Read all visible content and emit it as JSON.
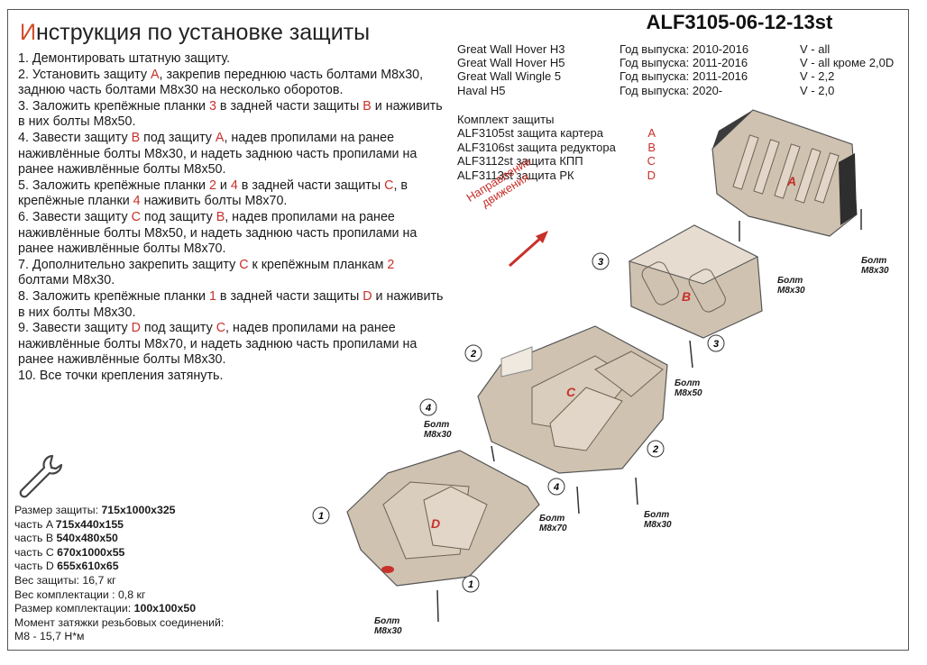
{
  "header": {
    "title_first": "И",
    "title_rest": "нструкция по установке защиты",
    "code": "ALF3105-06-12-13st"
  },
  "models": [
    {
      "name": "Great Wall Hover H3",
      "years": "Год выпуска: 2010-2016",
      "engine": "V - all"
    },
    {
      "name": "Great Wall Hover H5",
      "years": "Год выпуска: 2011-2016",
      "engine": "V - all кроме 2,0D"
    },
    {
      "name": "Great Wall Wingle 5",
      "years": "Год выпуска: 2011-2016",
      "engine": "V - 2,2"
    },
    {
      "name": "Haval H5",
      "years": "Год выпуска: 2020-",
      "engine": "V - 2,0"
    }
  ],
  "kit": {
    "heading": "Комплект защиты",
    "items": [
      {
        "name": "ALF3105st защита картера",
        "letter": "A"
      },
      {
        "name": "ALF3106st защита редуктора",
        "letter": "B"
      },
      {
        "name": "ALF3112st защита КПП",
        "letter": "C"
      },
      {
        "name": "ALF3113st защита РК",
        "letter": "D"
      }
    ]
  },
  "steps": [
    [
      "1. Демонтировать штатную защиту."
    ],
    [
      "2. Установить защиту ",
      "A",
      ", закрепив переднюю часть болтами M8x30, заднюю часть болтами M8x30 на несколько оборотов."
    ],
    [
      "3. Заложить крепёжные планки ",
      "3",
      " в задней части защиты ",
      "B",
      " и наживить в них болты M8x50."
    ],
    [
      "4. Завести защиту ",
      "B",
      " под защиту ",
      "A",
      ", надев пропилами на ранее наживлённые болты M8x30, и надеть заднюю часть пропилами на ранее наживлённые болты M8x50."
    ],
    [
      "5. Заложить крепёжные планки ",
      "2",
      " и ",
      "4",
      " в задней части защиты ",
      "C",
      ", в крепёжные планки ",
      "4",
      " наживить болты M8x70."
    ],
    [
      "6. Завести защиту ",
      "C",
      " под защиту ",
      "B",
      ", надев пропилами на ранее наживлённые болты M8x50, и надеть заднюю часть пропилами на ранее наживлённые болты M8x70."
    ],
    [
      "7. Дополнительно закрепить защиту ",
      "C",
      " к крепёжным планкам ",
      "2",
      " болтами M8x30."
    ],
    [
      "8. Заложить крепёжные планки ",
      "1",
      " в задней части защиты ",
      "D",
      " и наживить в них болты M8x30."
    ],
    [
      "9. Завести защиту ",
      "D",
      " под защиту ",
      "C",
      ", надев пропилами на ранее наживлённые болты M8x70, и надеть заднюю часть пропилами на ранее наживлённые болты M8x30."
    ],
    [
      "10. Все точки крепления затянуть."
    ]
  ],
  "specs": [
    {
      "label": "Размер защиты: ",
      "value": "715x1000x325"
    },
    {
      "label": "часть A ",
      "value": "715x440x155"
    },
    {
      "label": "часть B ",
      "value": "540x480x50"
    },
    {
      "label": "часть C ",
      "value": "670x1000x55"
    },
    {
      "label": "часть D ",
      "value": "655x610x65"
    },
    {
      "label": "Вес защиты: 16,7 кг",
      "value": ""
    },
    {
      "label": "Вес комплектации : 0,8 кг",
      "value": ""
    },
    {
      "label": "Размер комплектации: ",
      "value": "100x100x50"
    },
    {
      "label": "Момент затяжки резьбовых соединений:",
      "value": ""
    },
    {
      "label": "M8 - 15,7 Н*м",
      "value": ""
    }
  ],
  "diagram": {
    "direction_line1": "Направление",
    "direction_line2": "движения",
    "plates": [
      "A",
      "B",
      "C",
      "D"
    ],
    "markers": [
      "1",
      "1",
      "2",
      "2",
      "3",
      "3",
      "4",
      "4"
    ],
    "bolt_word": "Болт",
    "bolts": [
      "M8x30",
      "M8x30",
      "M8x50",
      "M8x30",
      "M8x70",
      "M8x30",
      "M8x30"
    ]
  },
  "colors": {
    "accent": "#c8302a",
    "plate": "#cfc2b0",
    "plate_dark": "#a89884"
  }
}
